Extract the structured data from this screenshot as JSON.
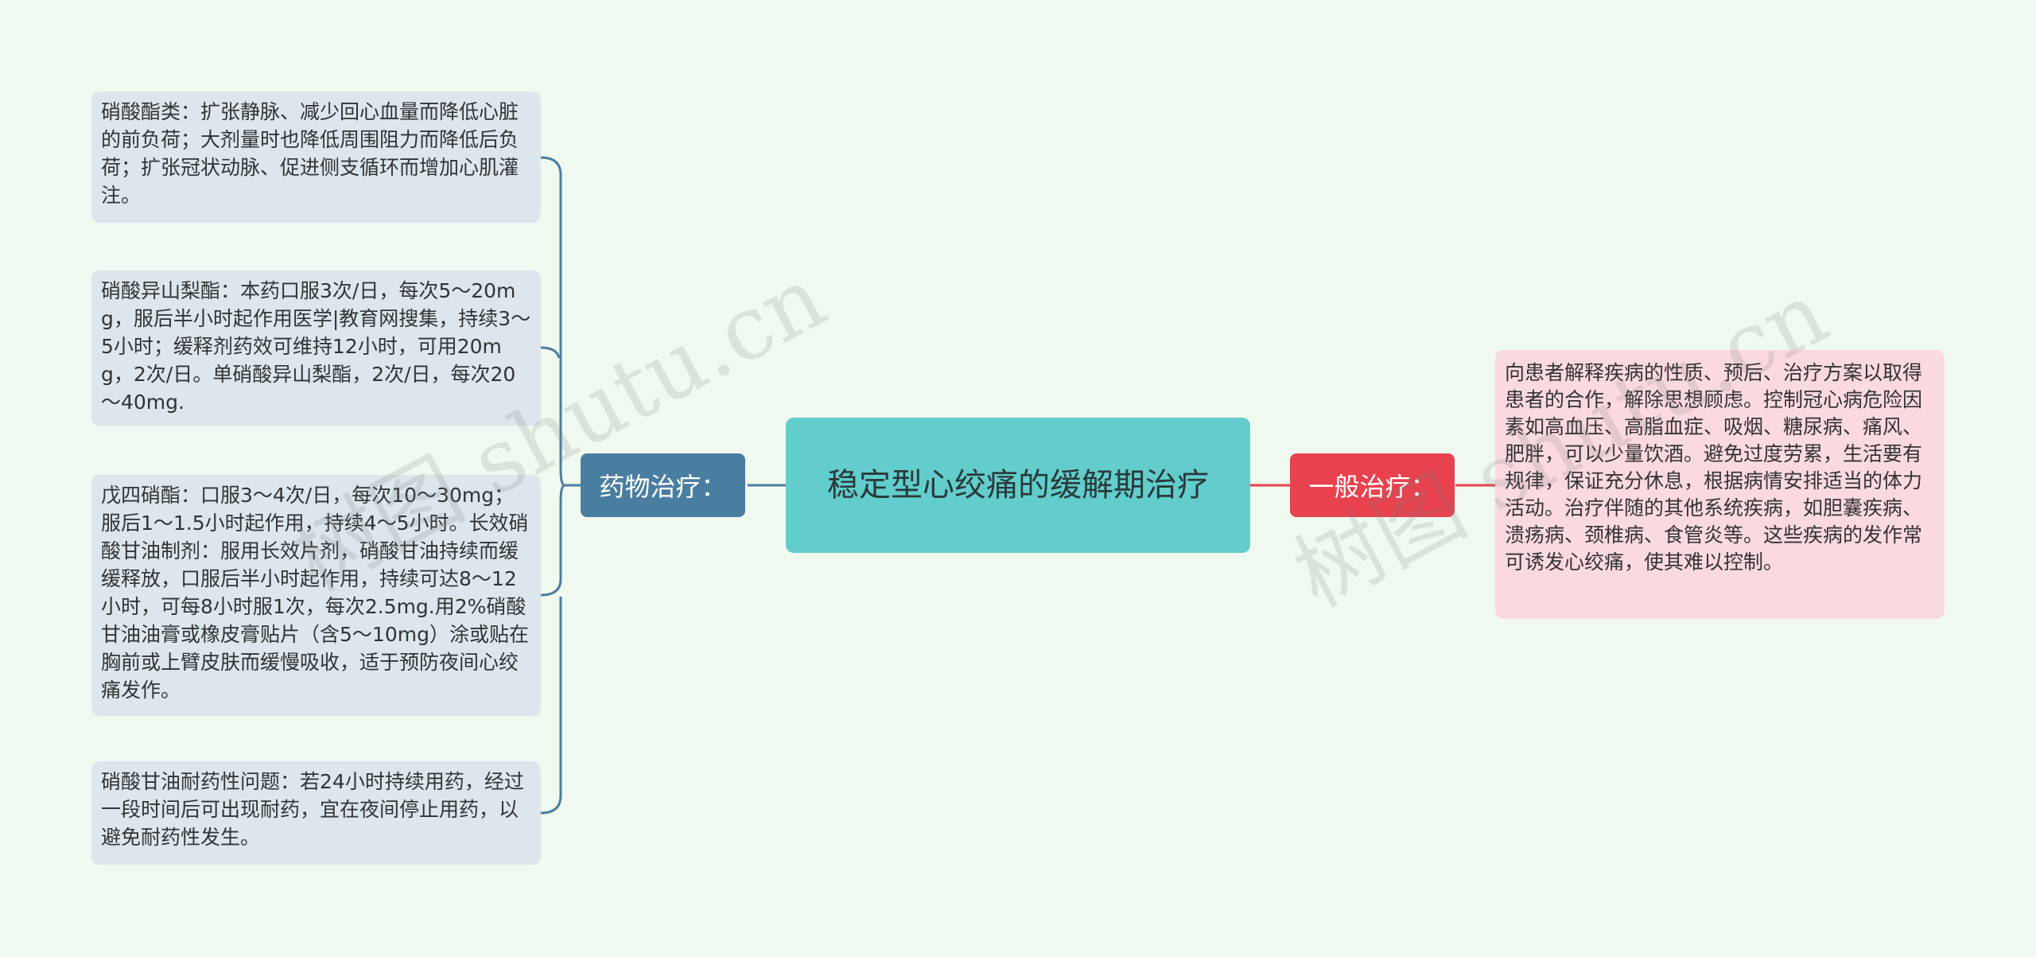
{
  "root": {
    "title": "稳定型心绞痛的缓解期治疗"
  },
  "branches": {
    "left": {
      "label": "药物治疗：",
      "color": "#4a7ea0"
    },
    "right": {
      "label": "一般治疗：",
      "color": "#e8424f"
    }
  },
  "left_leaves": [
    {
      "text": "硝酸酯类：扩张静脉、减少回心血量而降低心脏的前负荷；大剂量时也降低周围阻力而降低后负荷；扩张冠状动脉、促进侧支循环而增加心肌灌注。"
    },
    {
      "text": "硝酸异山梨酯：本药口服3次/日，每次5～20mg，服后半小时起作用医学|教育网搜集，持续3～5小时；缓释剂药效可维持12小时，可用20mg，2次/日。单硝酸异山梨酯，2次/日，每次20～40mg."
    },
    {
      "text": "戊四硝酯：口服3～4次/日，每次10～30mg；服后1～1.5小时起作用，持续4～5小时。长效硝酸甘油制剂：服用长效片剂，硝酸甘油持续而缓缓释放，口服后半小时起作用，持续可达8～12小时，可每8小时服1次，每次2.5mg.用2%硝酸甘油油膏或橡皮膏贴片（含5～10mg）涂或贴在胸前或上臂皮肤而缓慢吸收，适于预防夜间心绞痛发作。"
    },
    {
      "text": "硝酸甘油耐药性问题：若24小时持续用药，经过一段时间后可出现耐药，宜在夜间停止用药，以避免耐药性发生。"
    }
  ],
  "right_leaves": [
    {
      "text": "向患者解释疾病的性质、预后、治疗方案以取得患者的合作，解除思想顾虑。控制冠心病危险因素如高血压、高脂血症、吸烟、糖尿病、痛风、肥胖，可以少量饮酒。避免过度劳累，生活要有规律，保证充分休息，根据病情安排适当的体力活动。治疗伴随的其他系统疾病，如胆囊疾病、溃疡病、颈椎病、食管炎等。这些疾病的发作常可诱发心绞痛，使其难以控制。"
    }
  ],
  "watermarks": [
    "树图 shutu.cn",
    "树图 shutu.cn"
  ]
}
